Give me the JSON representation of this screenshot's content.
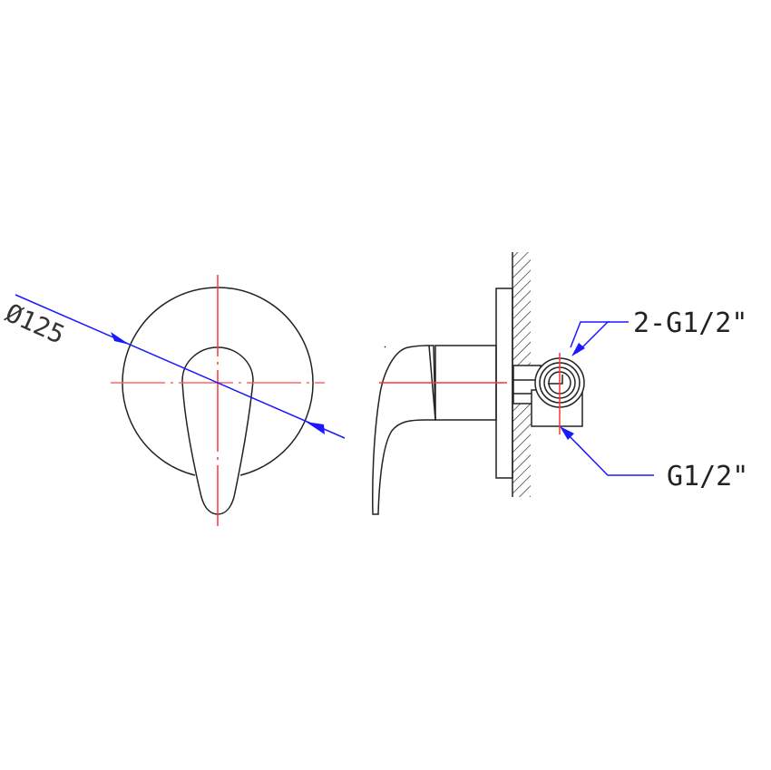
{
  "dimensions": {
    "diameter_label": "Ø125",
    "outlet_label": "2-G1/2\"",
    "inlet_label": "G1/2\""
  },
  "colors": {
    "outline": "#222222",
    "centerline": "#ff3333",
    "dimension": "#1a1aff"
  }
}
